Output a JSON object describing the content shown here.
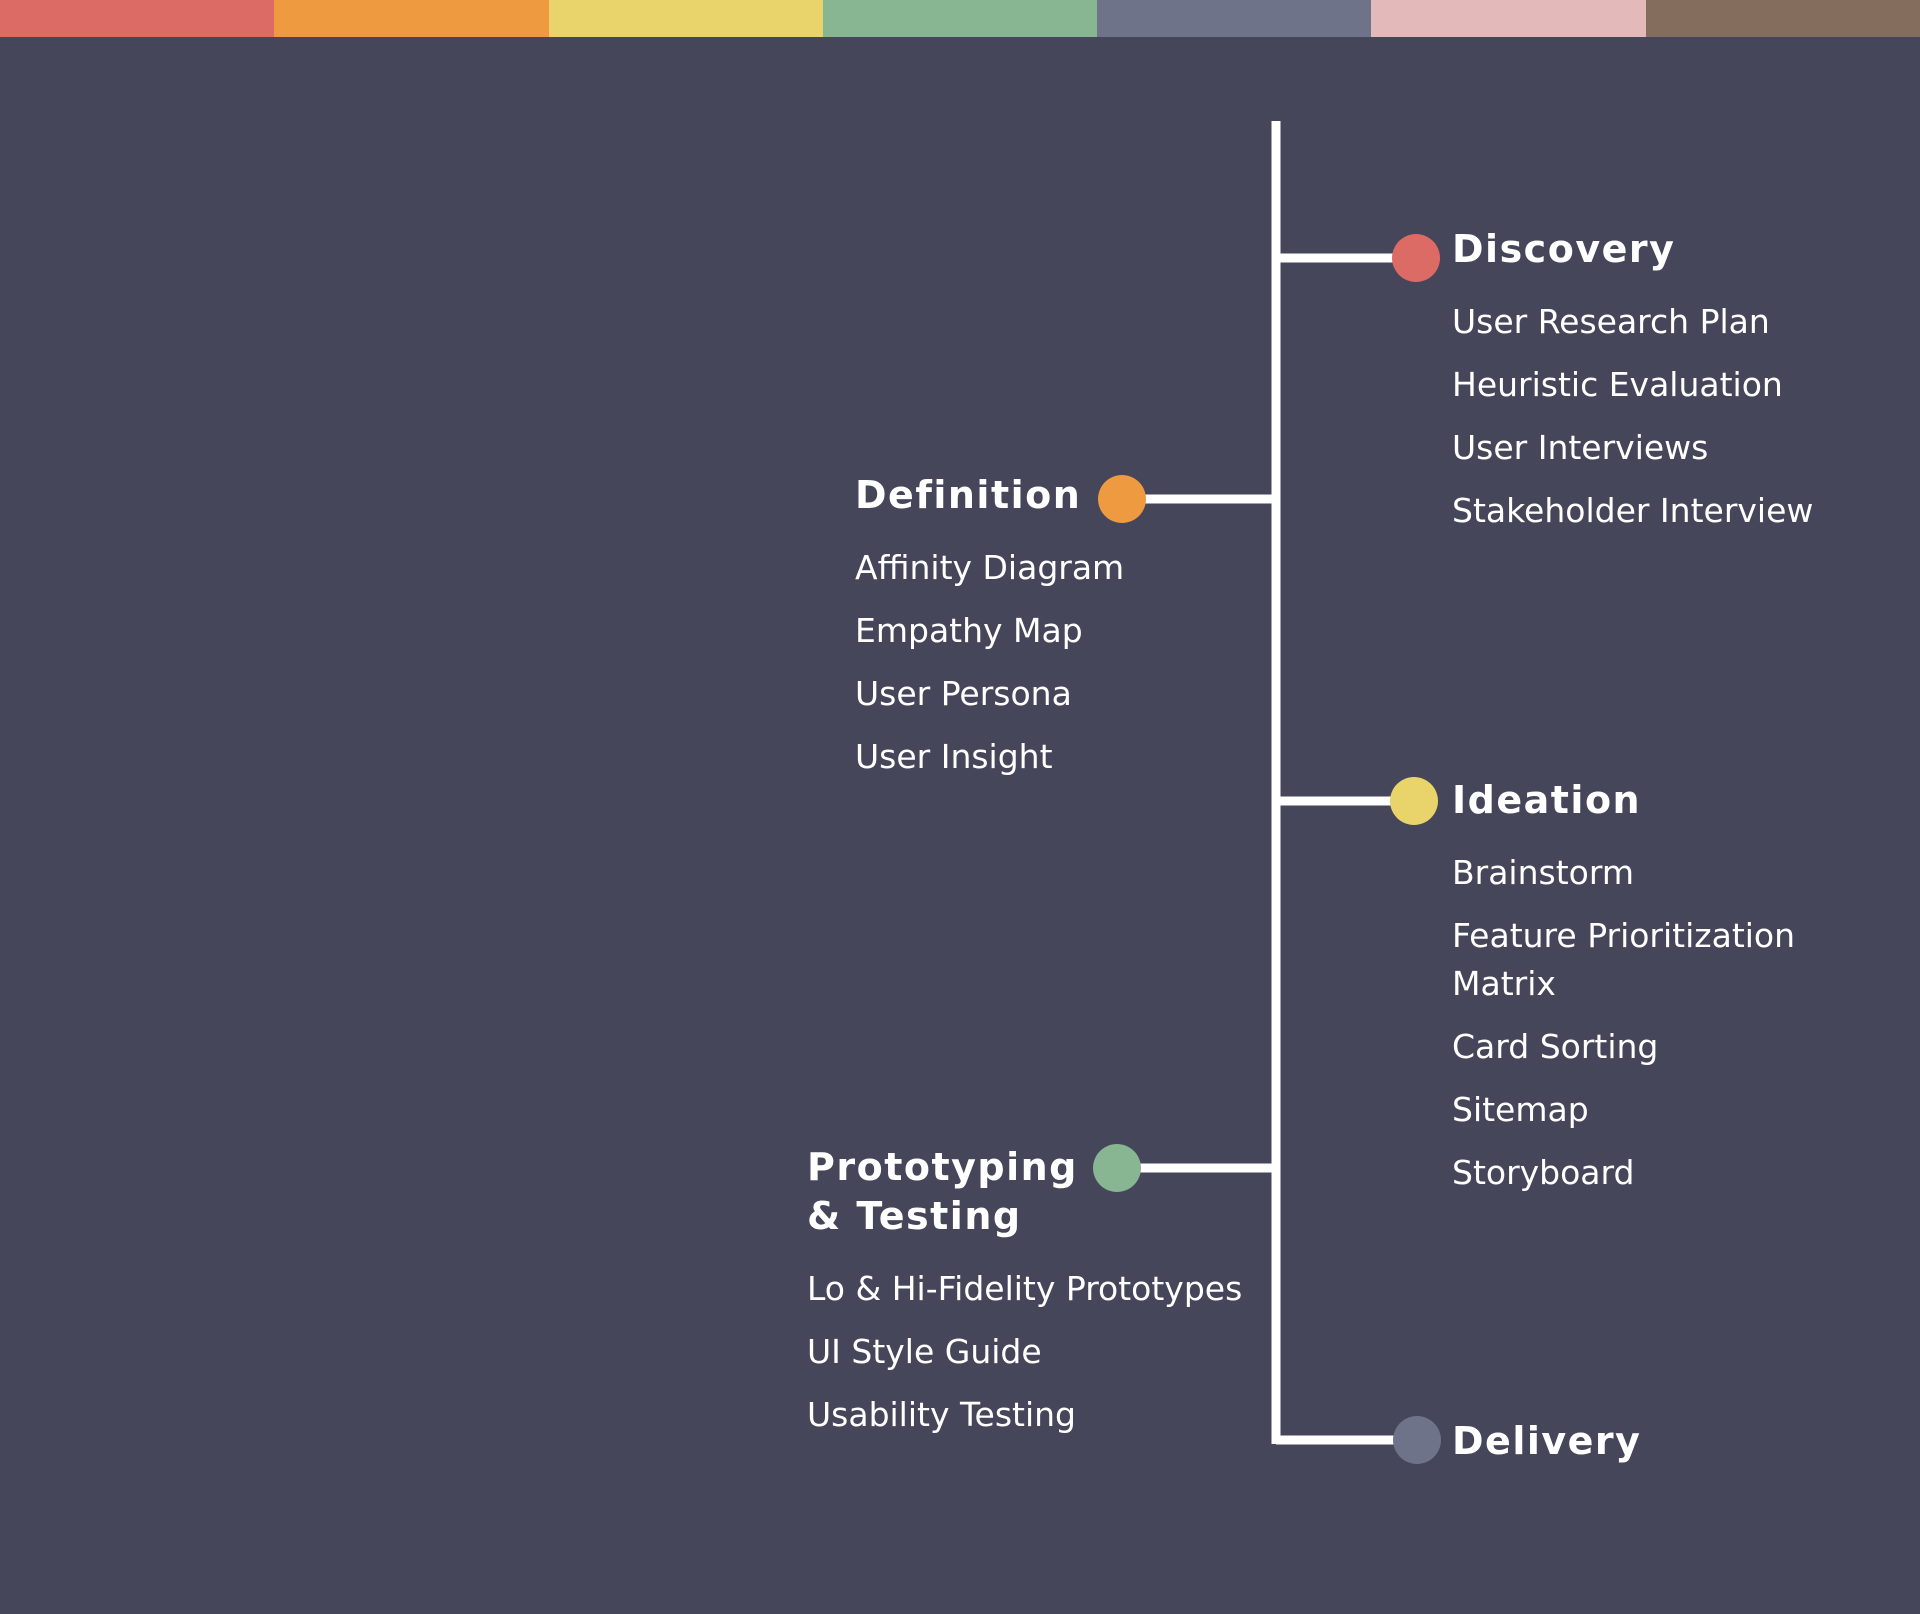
{
  "palette": [
    "#dc6b65",
    "#ee9a40",
    "#e8d46a",
    "#88b592",
    "#6e7389",
    "#e4b9b9",
    "#846d5d"
  ],
  "colors": {
    "background": "#46465b",
    "line": "#ffffff",
    "text": "#ffffff"
  },
  "phases": [
    {
      "id": "discovery",
      "side": "right",
      "title": "Discovery",
      "color": "#dc6b65",
      "items": [
        "User Research Plan",
        "Heuristic Evaluation",
        "User Interviews",
        "Stakeholder Interview"
      ]
    },
    {
      "id": "definition",
      "side": "left",
      "title": "Definition",
      "color": "#ee9a40",
      "items": [
        "Affinity Diagram",
        "Empathy Map",
        "User Persona",
        "User Insight"
      ]
    },
    {
      "id": "ideation",
      "side": "right",
      "title": "Ideation",
      "color": "#e8d46a",
      "items": [
        "Brainstorm",
        "Feature Prioritization Matrix",
        "Card Sorting",
        "Sitemap",
        "Storyboard"
      ]
    },
    {
      "id": "prototyping",
      "side": "left",
      "title": "Prototyping\n& Testing",
      "color": "#88b592",
      "items": [
        "Lo & Hi-Fidelity Prototypes",
        "UI Style Guide",
        "Usability Testing"
      ]
    },
    {
      "id": "delivery",
      "side": "right",
      "title": "Delivery",
      "color": "#6e7389",
      "items": []
    }
  ]
}
